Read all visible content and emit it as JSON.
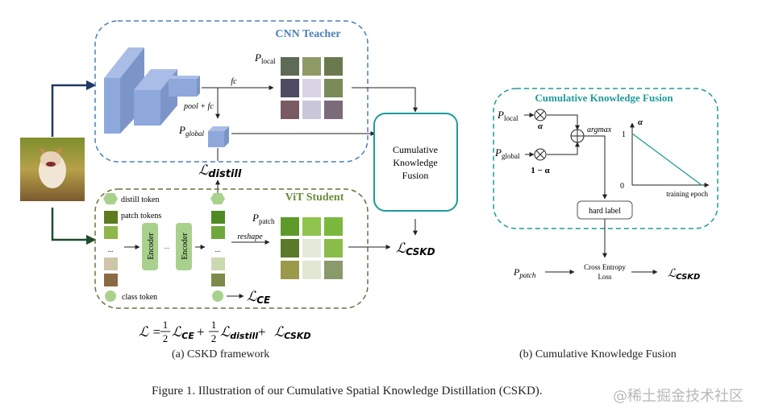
{
  "figure": {
    "caption": "Figure 1. Illustration of our Cumulative Spatial Knowledge Distillation (CSKD).",
    "watermark": "@稀土掘金技术社区"
  },
  "panel_a": {
    "subcaption": "(a) CSKD framework",
    "teacher": {
      "title": "CNN Teacher",
      "fc_label": "fc",
      "pool_fc_label": "pool + fc",
      "p_local": "P",
      "p_local_sub": "local",
      "p_global": "P",
      "p_global_sub": "global"
    },
    "distill_loss": "ℒ",
    "distill_loss_sub": "distill",
    "student": {
      "title": "ViT Student",
      "distill_token": "distill token",
      "patch_tokens": "patch tokens",
      "class_token": "class token",
      "encoder": "Encoder",
      "ellipsis": "...",
      "reshape": "reshape",
      "p_patch": "P",
      "p_patch_sub": "patch",
      "ce_loss": "ℒ",
      "ce_loss_sub": "CE"
    },
    "fusion_box": {
      "line1": "Cumulative",
      "line2": "Knowledge",
      "line3": "Fusion"
    },
    "cskd_loss": "ℒ",
    "cskd_loss_sub": "CSKD",
    "equation": {
      "lhs": "ℒ = ",
      "half_num": "1",
      "half_den": "2",
      "term1": "ℒ",
      "term1_sub": "CE",
      "plus": " + ",
      "term2": "ℒ",
      "term2_sub": "distill",
      "term3": "ℒ",
      "term3_sub": "CSKD"
    }
  },
  "panel_b": {
    "subcaption": "(b) Cumulative Knowledge Fusion",
    "title": "Cumulative Knowledge Fusion",
    "p_local": "P",
    "p_local_sub": "local",
    "p_global": "P",
    "p_global_sub": "global",
    "alpha": "α",
    "one_minus_alpha": "1 − α",
    "argmax": "argmax",
    "hard_label": "hard label",
    "plot": {
      "y_axis_label": "α",
      "y_tick_top": "1",
      "y_tick_bottom": "0",
      "x_axis_label": "training epoch"
    },
    "p_patch": "P",
    "p_patch_sub": "patch",
    "ce_loss_line1": "Cross Entropy",
    "ce_loss_line2": "Loss",
    "cskd_loss": "ℒ",
    "cskd_loss_sub": "CSKD"
  },
  "colors": {
    "teacher_blue": "#4a7fb8",
    "block_blue": "#8ea8dc",
    "student_green": "#6b8c3a",
    "token_green": "#a9d18e",
    "fusion_teal": "#1f9a9a",
    "arrow_dark_blue": "#1f3864",
    "arrow_dark_green": "#1e4d2b"
  }
}
